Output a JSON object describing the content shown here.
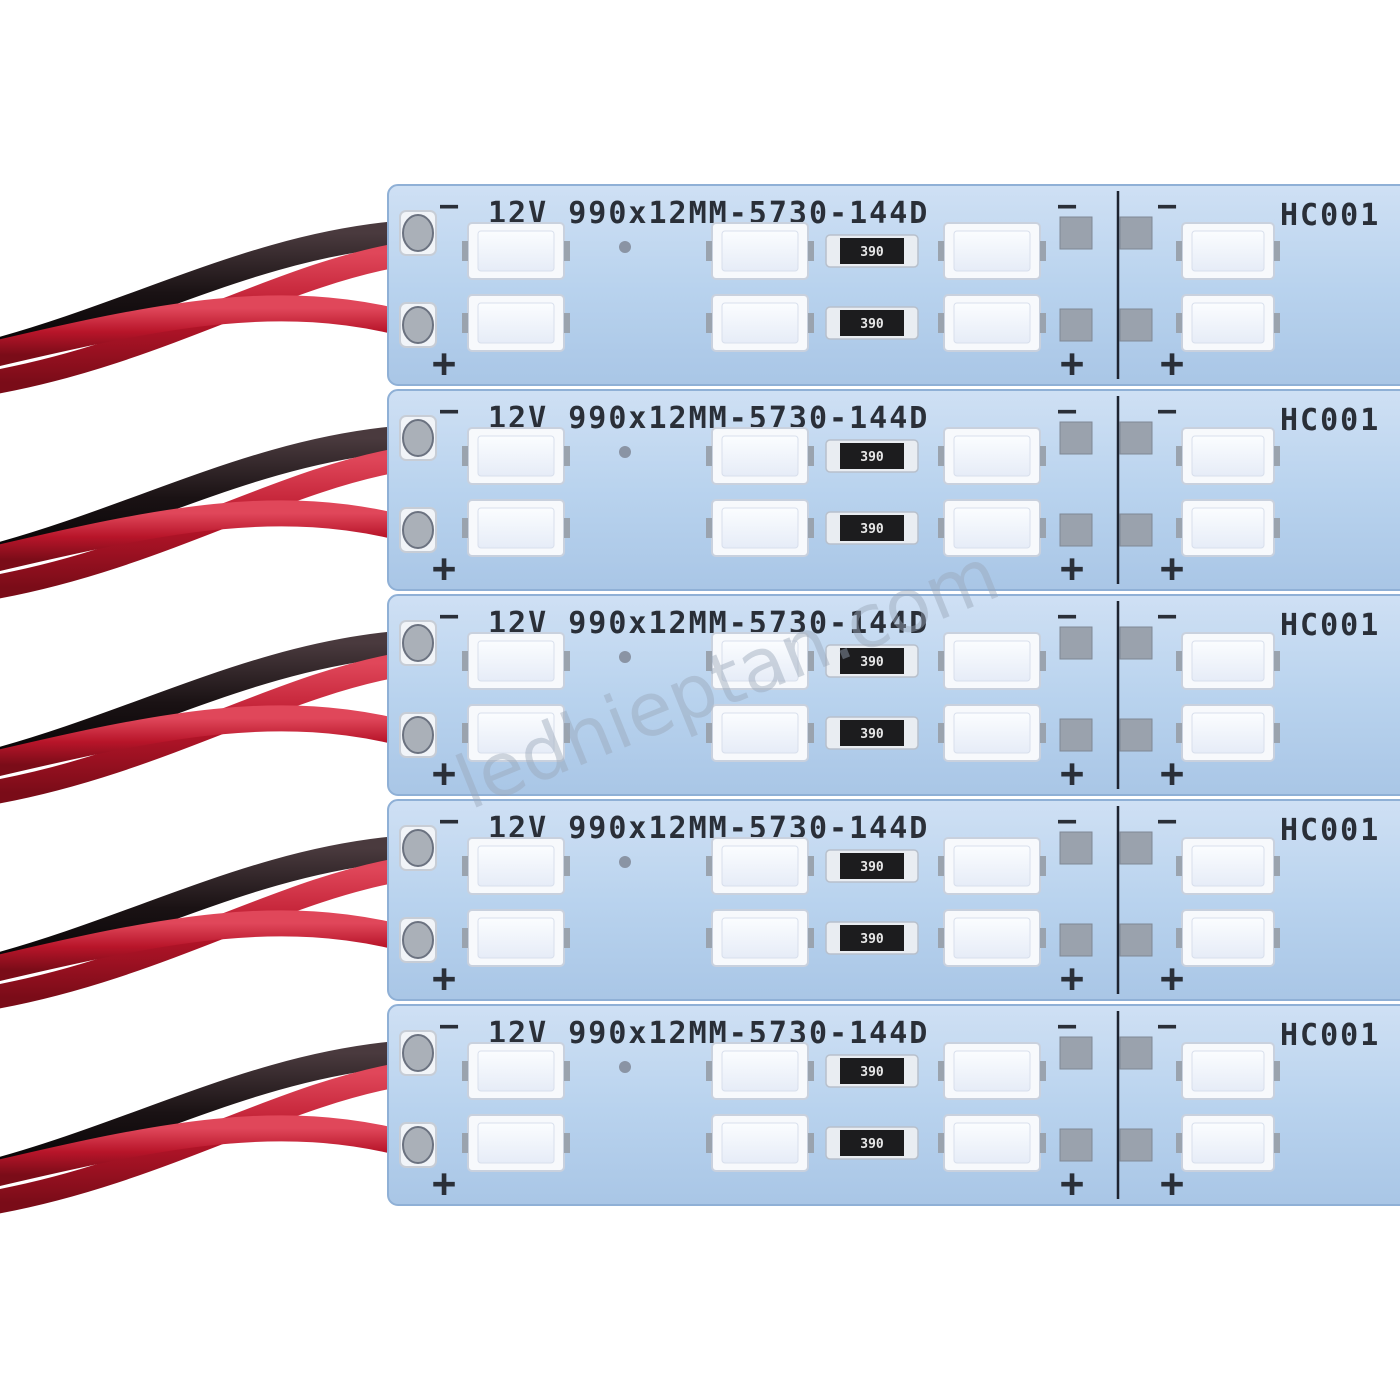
{
  "photo": {
    "subject": "LED strip boards",
    "board_label": "12V 990x12MM-5730-144D",
    "segment_label": "HC001",
    "resistor_code": "390",
    "minus_mark": "—",
    "plus_mark": "+",
    "watermark": "ledhieptan.com",
    "board_count": 5,
    "colors": {
      "board": "#b9d3ee",
      "led": "#f3f6ff",
      "wire_red": "#c0182c",
      "wire_black": "#1a1214",
      "solder": "#aab0b8"
    }
  }
}
